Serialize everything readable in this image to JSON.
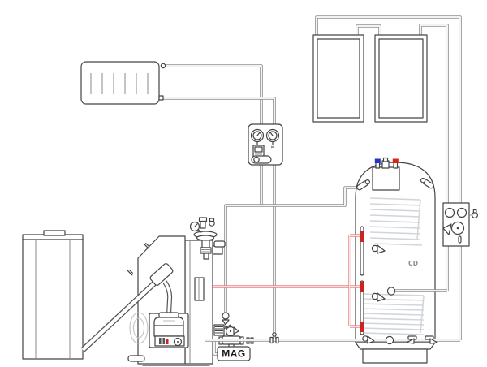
{
  "diagram": {
    "type": "heating-system-schematic",
    "description": "pellet boiler with pellet storage, radiator circuit, solar collectors and hygienic buffer tank",
    "labels": {
      "expansion_vessel": "MAG",
      "tank_badge": "CD"
    },
    "colors": {
      "outline": "#444444",
      "pipe": "#909090",
      "coil": "#d2d6da",
      "hot_pipe": "#e98080",
      "hot_mark": "#cc2222",
      "cold_cap": "#2233cc",
      "hot_cap": "#dd2211",
      "background": "#ffffff"
    },
    "components": [
      "radiator",
      "heating-pump-station",
      "solar-collector-left",
      "solar-collector-right",
      "solar-pump-station",
      "buffer-tank",
      "upper-heat-exchanger-coil",
      "lower-heat-exchanger-coil",
      "pellet-storage-tank",
      "pellet-auger",
      "pellet-boiler",
      "pellet-burner",
      "boiler-safety-group",
      "mixing-pump-group",
      "expansion-vessel"
    ]
  }
}
